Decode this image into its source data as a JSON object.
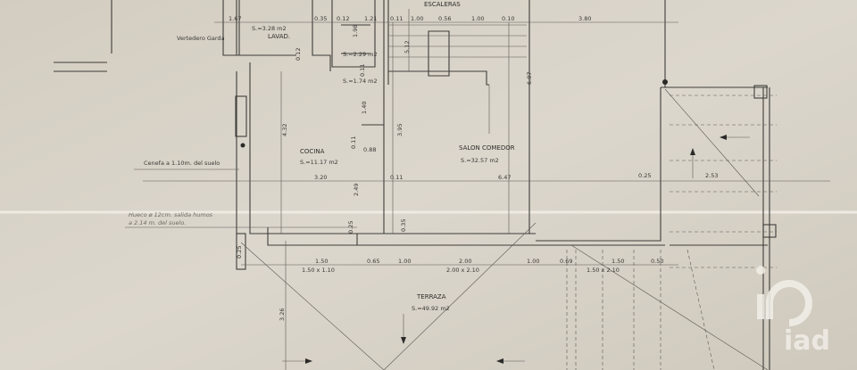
{
  "colors": {
    "paper": "#d6d0c4",
    "lines": "#3e3d3a",
    "logo": "#f1eee8"
  },
  "rooms": {
    "escaleras": "ESCALERAS",
    "lavadero": "LAVAD.",
    "lavadero_area": "S.=3.28 m2",
    "bano_area": "S.=2.29 m2",
    "aseo_area": "S.=1.74 m2",
    "cocina": "COCINA",
    "cocina_area": "S.=11.17 m2",
    "salon": "SALON COMEDOR",
    "salon_area": "S.=32.57 m2",
    "terraza": "TERRAZA",
    "terraza_area": "S.=49.92 m2"
  },
  "notes": {
    "vertedero": "Vertedero Garda",
    "cenefa": "Cenefa a 1.10m. del suelo",
    "hueco_1": "Hueco ø 12cm. salida humos",
    "hueco_2": "a 2.14 m. del suelo."
  },
  "dimensions": {
    "top": [
      "1.67",
      "0.35",
      "0.12",
      "1.21",
      "0.11",
      "1.00",
      "0.56",
      "1.00",
      "0.10",
      "3.80"
    ],
    "vertical": [
      "0.12",
      "1.98",
      "5.12",
      "0.11",
      "1.40",
      "4.32",
      "3.95",
      "6.07",
      "0.11",
      "2.49",
      "0.25",
      "0.35",
      "0.25",
      "3.26"
    ],
    "middle": [
      "0.88",
      "3.20",
      "0.11",
      "6.47",
      "0.25",
      "2.53"
    ],
    "bottom": [
      "1.50",
      "0.65",
      "1.00",
      "2.00",
      "1.00",
      "0.69",
      "1.50",
      "0.50"
    ],
    "openings": [
      "1.50 x 1.10",
      "2.00 x 2.10",
      "1.50 x 2.10"
    ]
  },
  "logo": {
    "text": "iad"
  }
}
